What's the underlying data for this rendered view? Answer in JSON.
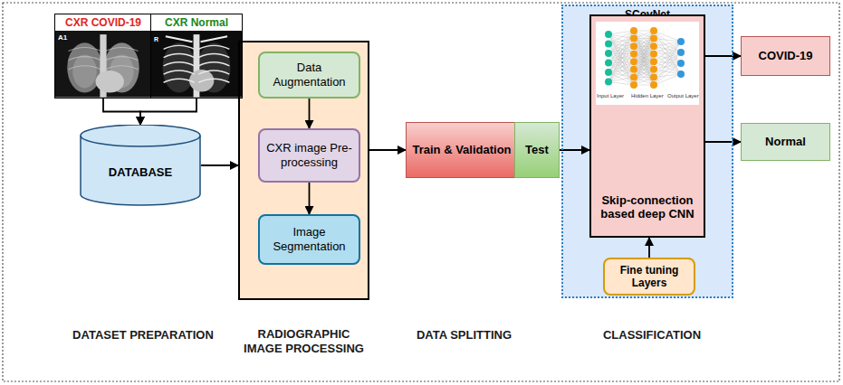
{
  "diagram": {
    "nodes": [
      {
        "text": [
          "CXR COVID-19"
        ]
      },
      {
        "text": [
          "CXR Normal"
        ]
      },
      {
        "text": [
          "DATABASE"
        ]
      },
      {
        "text": [
          "RADIOGRAPHIC IMAGE PROCESSING"
        ]
      },
      {
        "text": [
          "Data Augmentation"
        ],
        "in": 3
      },
      {
        "text": [
          "CXR image Pre-processing"
        ],
        "in": 3
      },
      {
        "text": [
          "Image Segmentation"
        ],
        "in": 3
      },
      {
        "text": [
          "Train & Validation"
        ]
      },
      {
        "text": [
          "Test"
        ]
      },
      {
        "text": [
          "SCovNet"
        ]
      },
      {
        "text": [
          "Skip-connection based deep CNN"
        ],
        "in": 9
      },
      {
        "text": [
          "Fine tuning Layers"
        ],
        "in": 9
      },
      {
        "text": [
          "COVID-19"
        ]
      },
      {
        "text": [
          "Normal"
        ]
      }
    ],
    "edges": [
      {
        "from": 0,
        "to": 2,
        "arrow": "to"
      },
      {
        "from": 1,
        "to": 2,
        "arrow": "to"
      },
      {
        "from": 2,
        "to": 3,
        "arrow": "to"
      },
      {
        "from": 4,
        "to": 5,
        "arrow": "to"
      },
      {
        "from": 5,
        "to": 6,
        "arrow": "to"
      },
      {
        "from": 3,
        "to": 7,
        "arrow": "to"
      },
      {
        "from": 8,
        "to": 10,
        "arrow": "to"
      },
      {
        "from": 11,
        "to": 10,
        "arrow": "to"
      },
      {
        "from": 10,
        "to": 12,
        "arrow": "to"
      },
      {
        "from": 10,
        "to": 13,
        "arrow": "to"
      }
    ],
    "labels": [
      "DATASET PREPARATION",
      "DATA SPLITTING",
      "CLASSIFICATION",
      "A1",
      "R",
      "Input Layer",
      "Hidden Layer",
      "Output Layer"
    ]
  }
}
